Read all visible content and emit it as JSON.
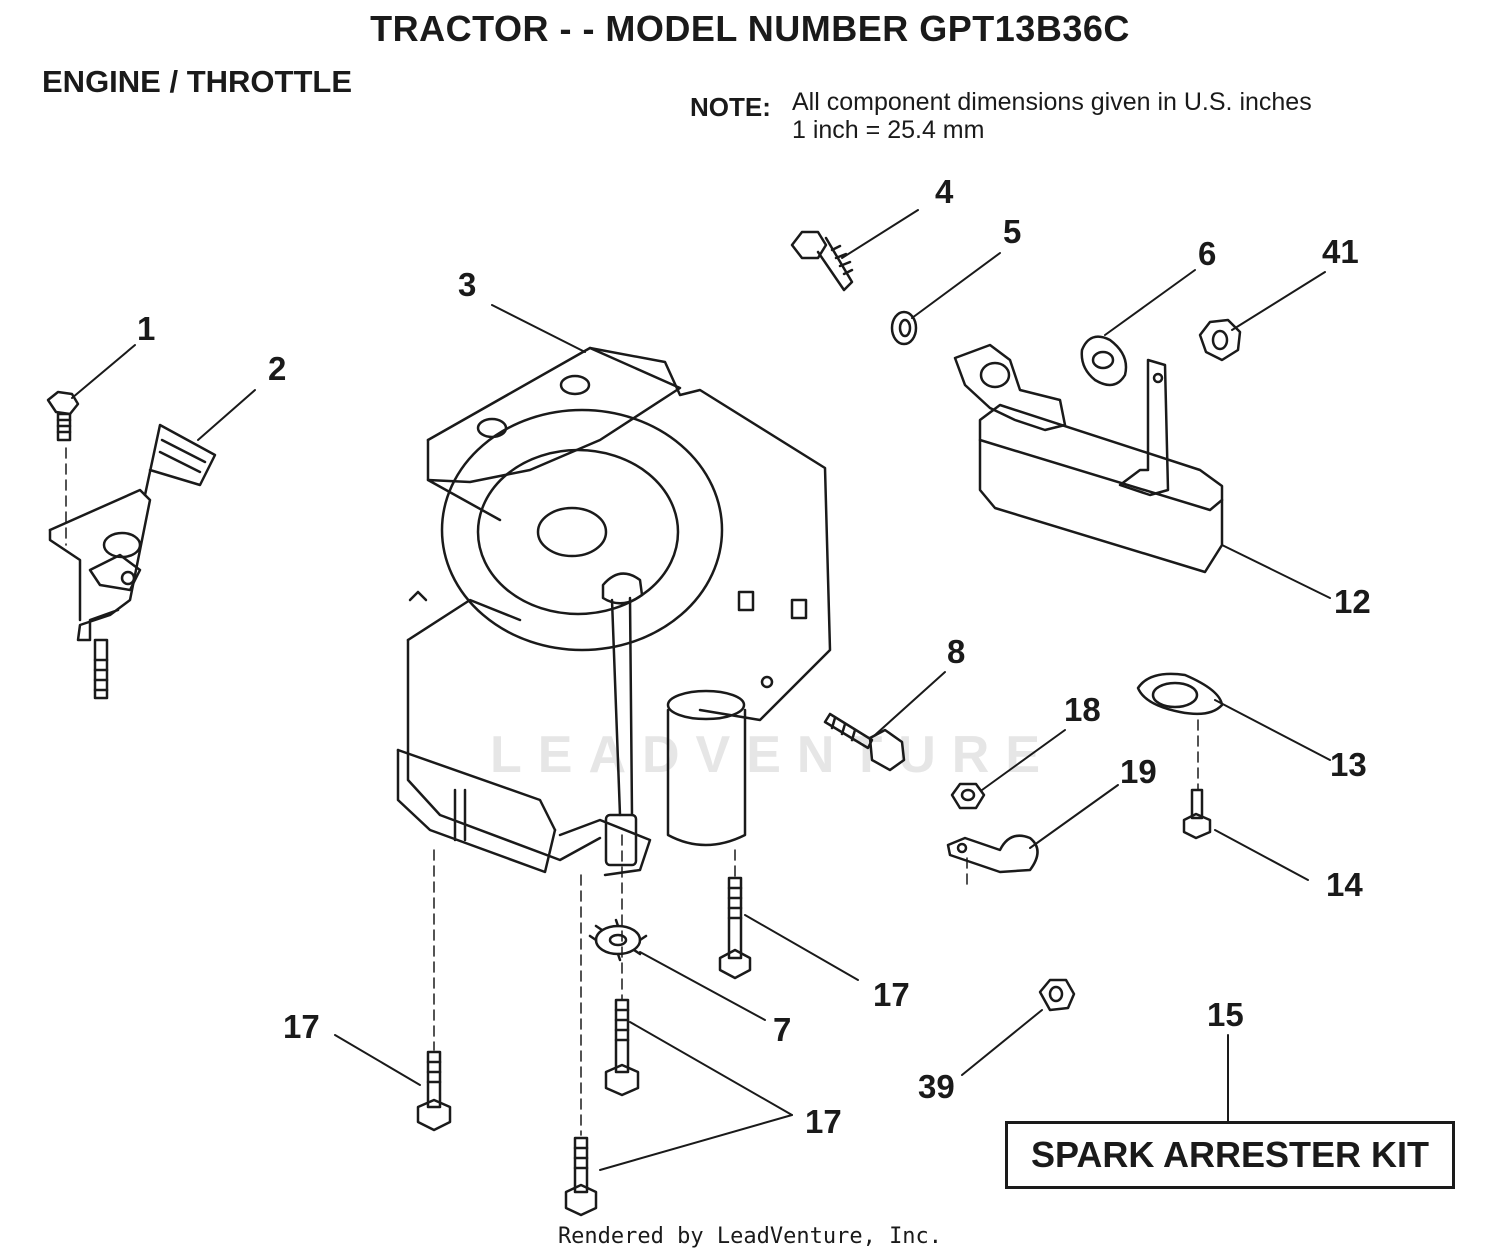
{
  "header": {
    "title": "TRACTOR  - - MODEL NUMBER GPT13B36C",
    "subtitle": "ENGINE / THROTTLE",
    "note_label": "NOTE:",
    "note_line1": "All component dimensions given in U.S. inches",
    "note_line2": "1 inch = 25.4 mm"
  },
  "callouts": {
    "c1": "1",
    "c2": "2",
    "c3": "3",
    "c4": "4",
    "c5": "5",
    "c6": "6",
    "c41": "41",
    "c12": "12",
    "c8": "8",
    "c18": "18",
    "c19": "19",
    "c13": "13",
    "c14": "14",
    "c17a": "17",
    "c17b": "17",
    "c17c": "17",
    "c7": "7",
    "c39": "39",
    "c15": "15"
  },
  "kit_label": "SPARK ARRESTER KIT",
  "watermark": "LEADVENTURE",
  "footer": "Rendered by LeadVenture, Inc.",
  "colors": {
    "ink": "#1a1a1a",
    "watermark": "#e6e6e6"
  }
}
